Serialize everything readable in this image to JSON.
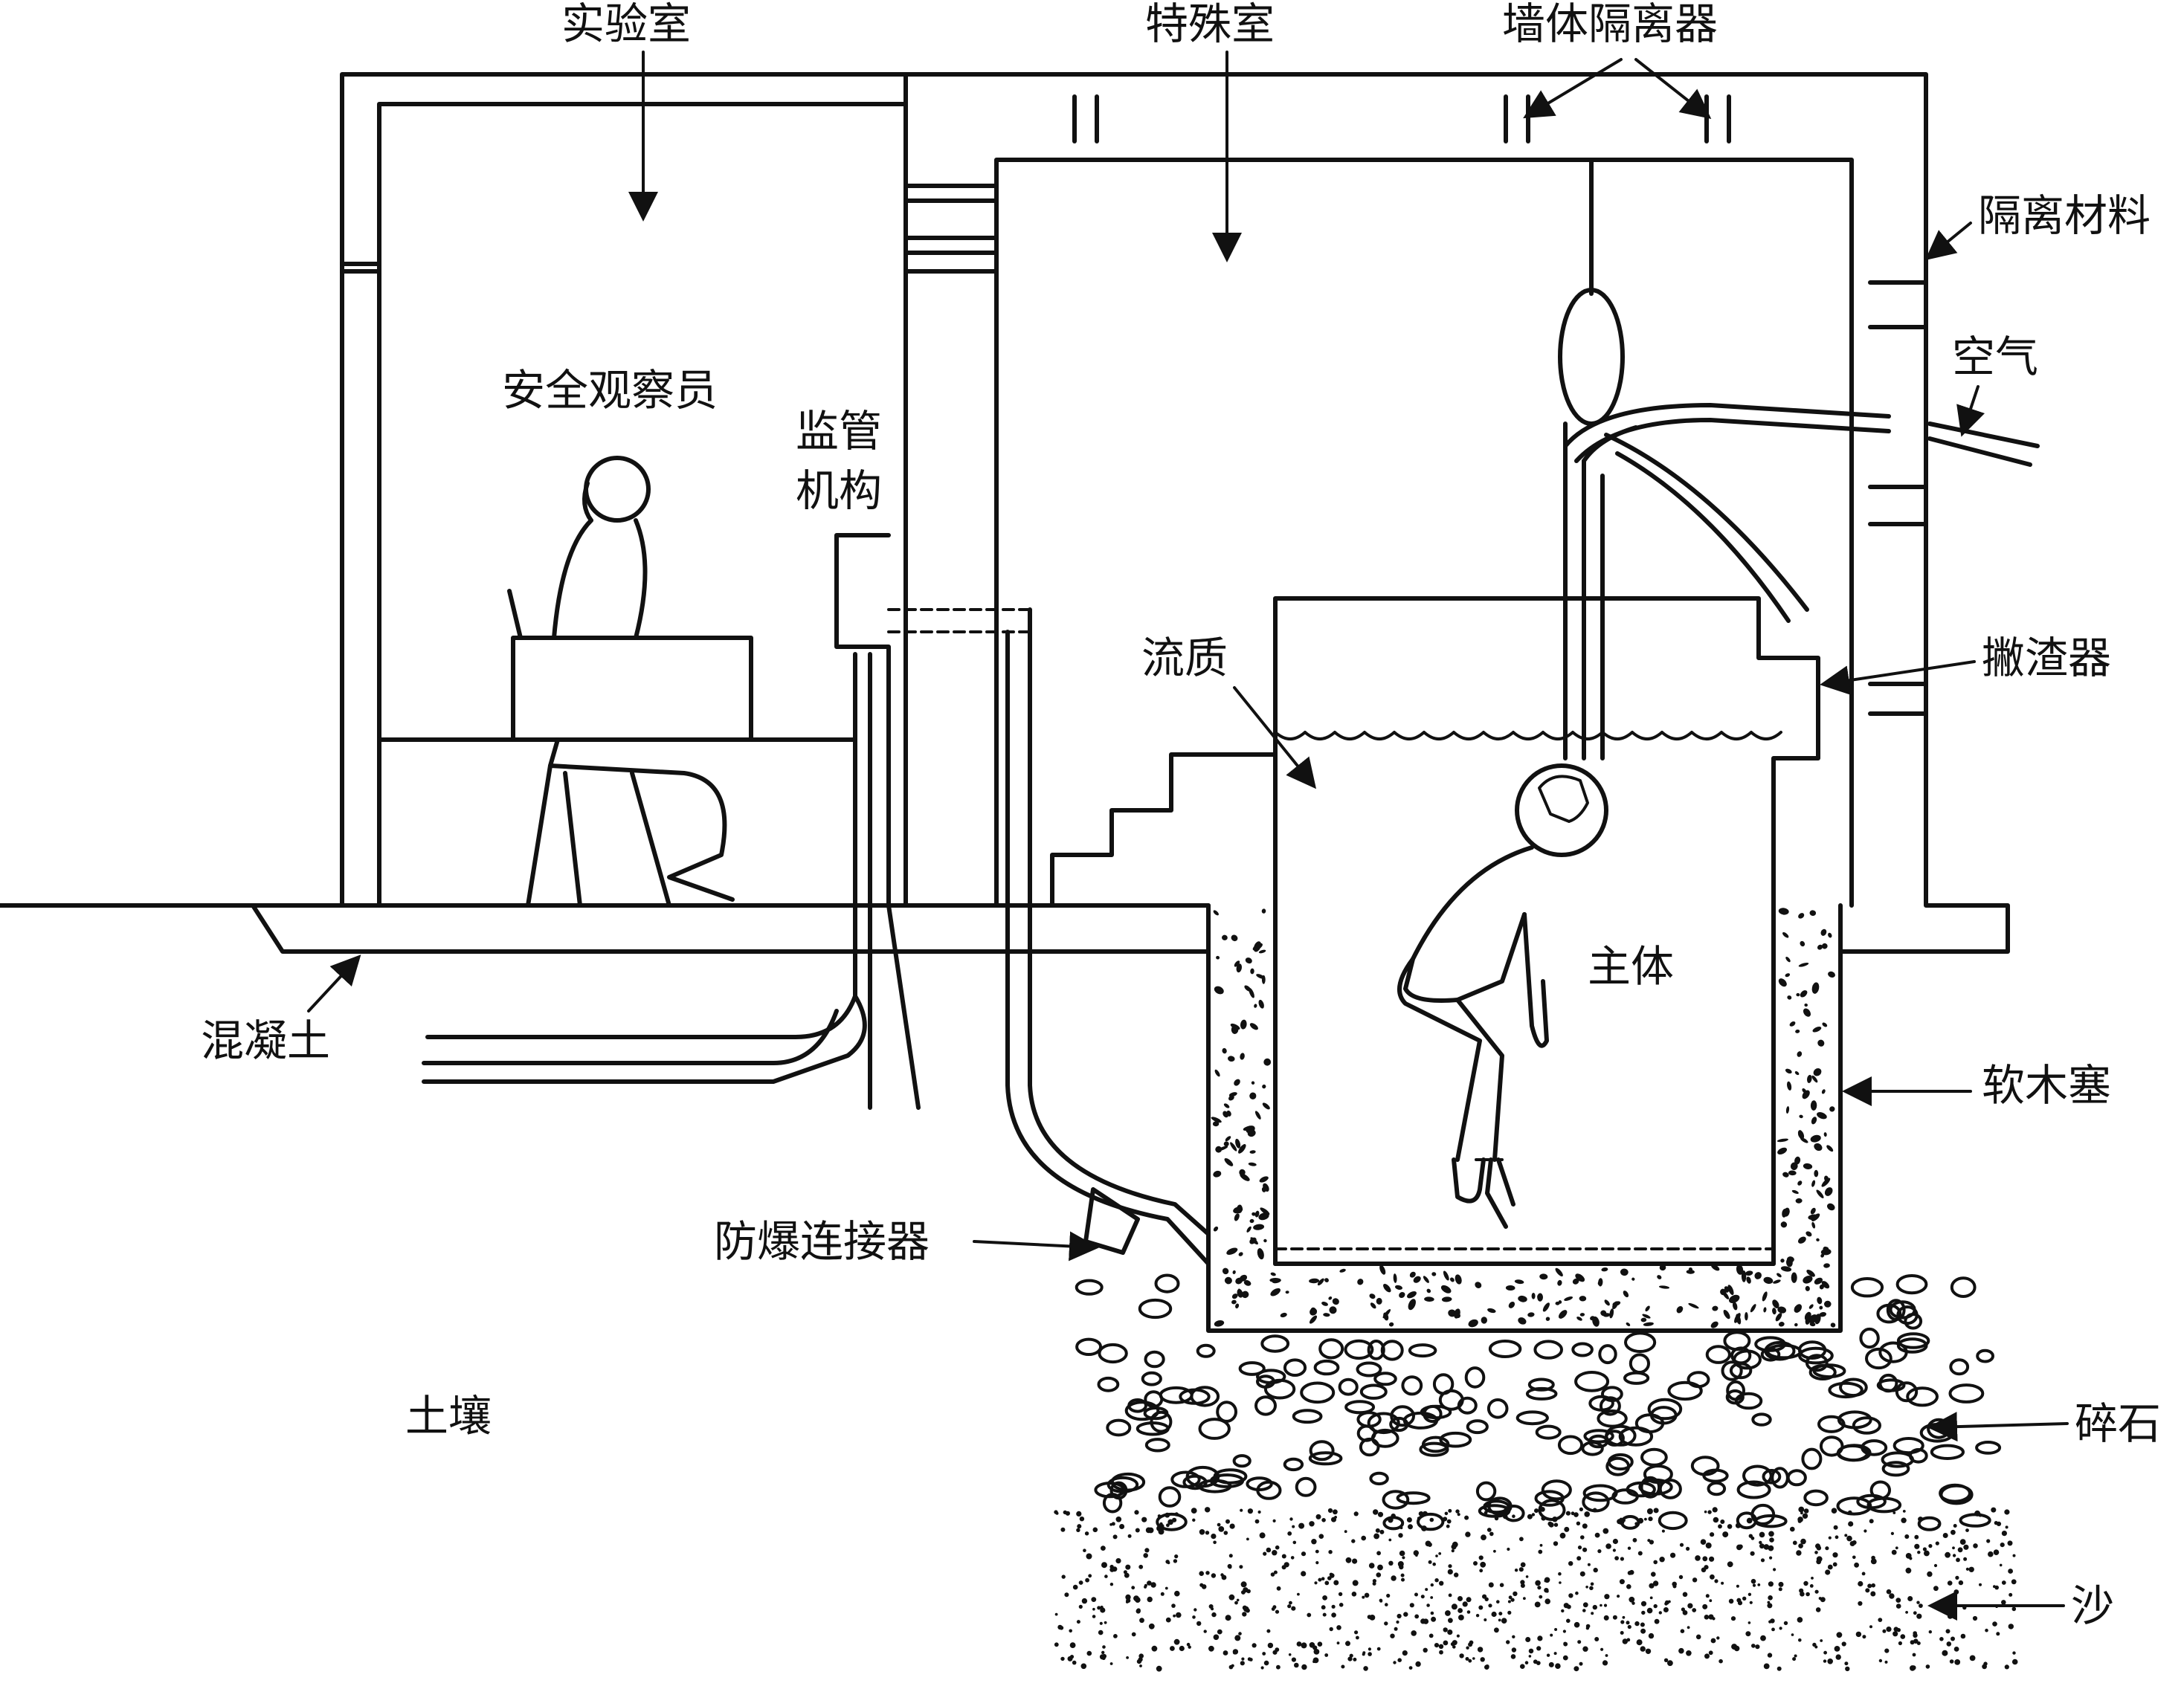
{
  "labels": {
    "lab": "实验室",
    "special_room": "特殊室",
    "wall_isolator": "墙体隔离器",
    "isolation_material": "隔离材料",
    "air": "空气",
    "safety_observer": "安全观察员",
    "regulator_line1": "监管",
    "regulator_line2": "机构",
    "fluid": "流质",
    "skimmer": "撇渣器",
    "subject": "主体",
    "concrete": "混凝土",
    "cork": "软木塞",
    "explosion_proof_connector": "防爆连接器",
    "soil": "土壤",
    "gravel": "碎石",
    "sand": "沙"
  },
  "colors": {
    "ink": "#111111",
    "background": "#ffffff"
  }
}
